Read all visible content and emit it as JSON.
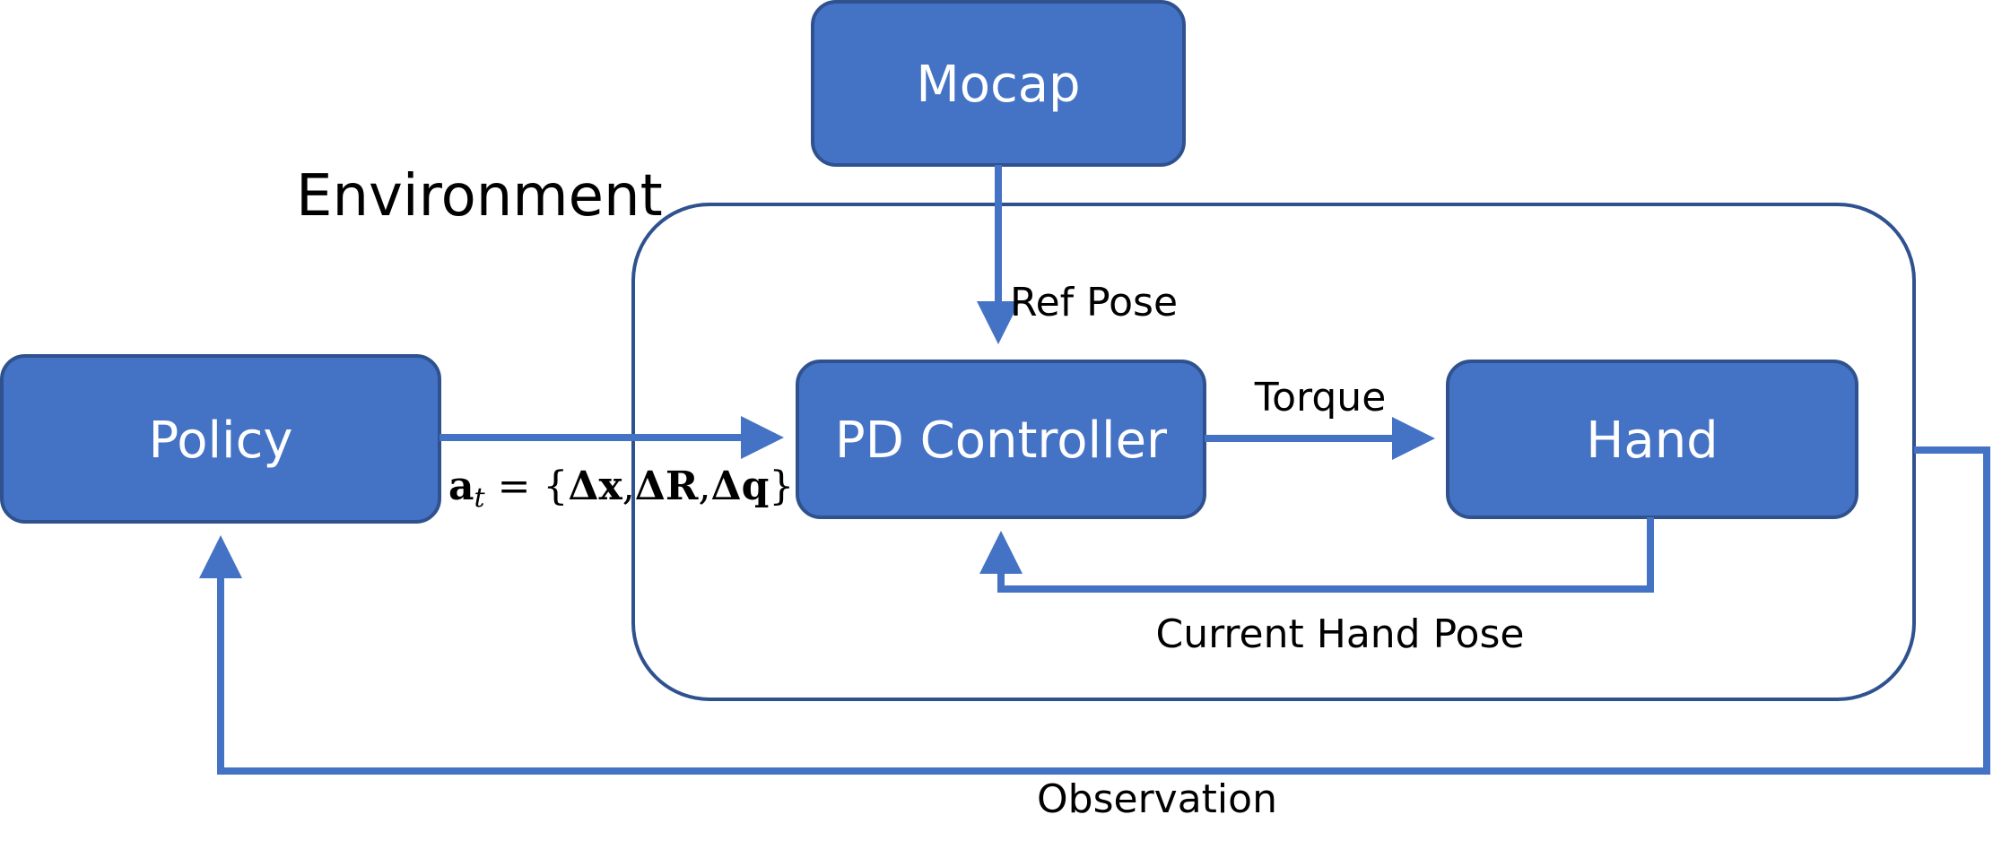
{
  "colors": {
    "box_fill": "#4472c4",
    "box_stroke": "#2f528f",
    "arrow": "#4472c4",
    "text_dark": "#000000",
    "text_light": "#ffffff"
  },
  "environment": {
    "label": "Environment"
  },
  "nodes": {
    "mocap": "Mocap",
    "policy": "Policy",
    "pd_controller": "PD Controller",
    "hand": "Hand"
  },
  "edges": {
    "ref_pose": "Ref Pose",
    "torque": "Torque",
    "current_hand_pose": "Current Hand Pose",
    "observation": "Observation",
    "action": {
      "symbol": "a",
      "subscript": "t",
      "equals": " = ",
      "open": "{",
      "dx": "Δx",
      "comma1": ",",
      "dR": "ΔR",
      "comma2": ",",
      "dq": "Δq",
      "close": "}"
    }
  }
}
